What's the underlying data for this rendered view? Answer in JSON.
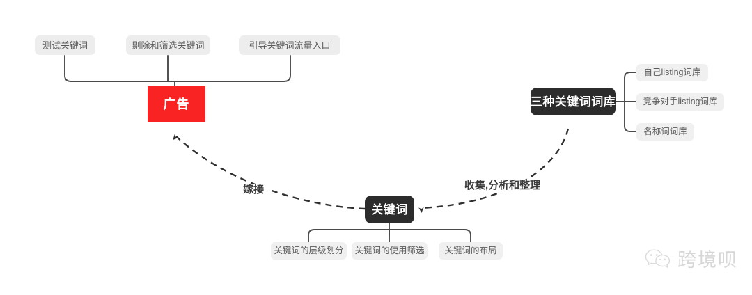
{
  "diagram": {
    "type": "mindmap",
    "background_color": "#ffffff",
    "nodes": {
      "ad": {
        "label": "广告",
        "style": "red-box",
        "color": "#fa2323",
        "text_color": "#ffffff"
      },
      "ad_children": [
        {
          "label": "测试关键词"
        },
        {
          "label": "剔除和筛选关键词"
        },
        {
          "label": "引导关键词流量入口"
        }
      ],
      "keyword": {
        "label": "关键词",
        "style": "dark-box",
        "color": "#2c2c2c",
        "text_color": "#ffffff"
      },
      "keyword_children": [
        {
          "label": "关键词的层级划分"
        },
        {
          "label": "关键词的使用筛选"
        },
        {
          "label": "关键词的布局"
        }
      ],
      "library": {
        "label": "三种关键词词库",
        "style": "dark-box",
        "color": "#2c2c2c",
        "text_color": "#ffffff"
      },
      "library_children": [
        {
          "label": "自己listing词库"
        },
        {
          "label": "竞争对手listing词库"
        },
        {
          "label": "名称词词库"
        }
      ]
    },
    "edge_labels": {
      "graft": "嫁接",
      "collect": "收集,分析和整理"
    },
    "connector_color": "#4a4a4a"
  },
  "watermark": {
    "text": "跨境呗",
    "icon": "wechat-icon"
  }
}
